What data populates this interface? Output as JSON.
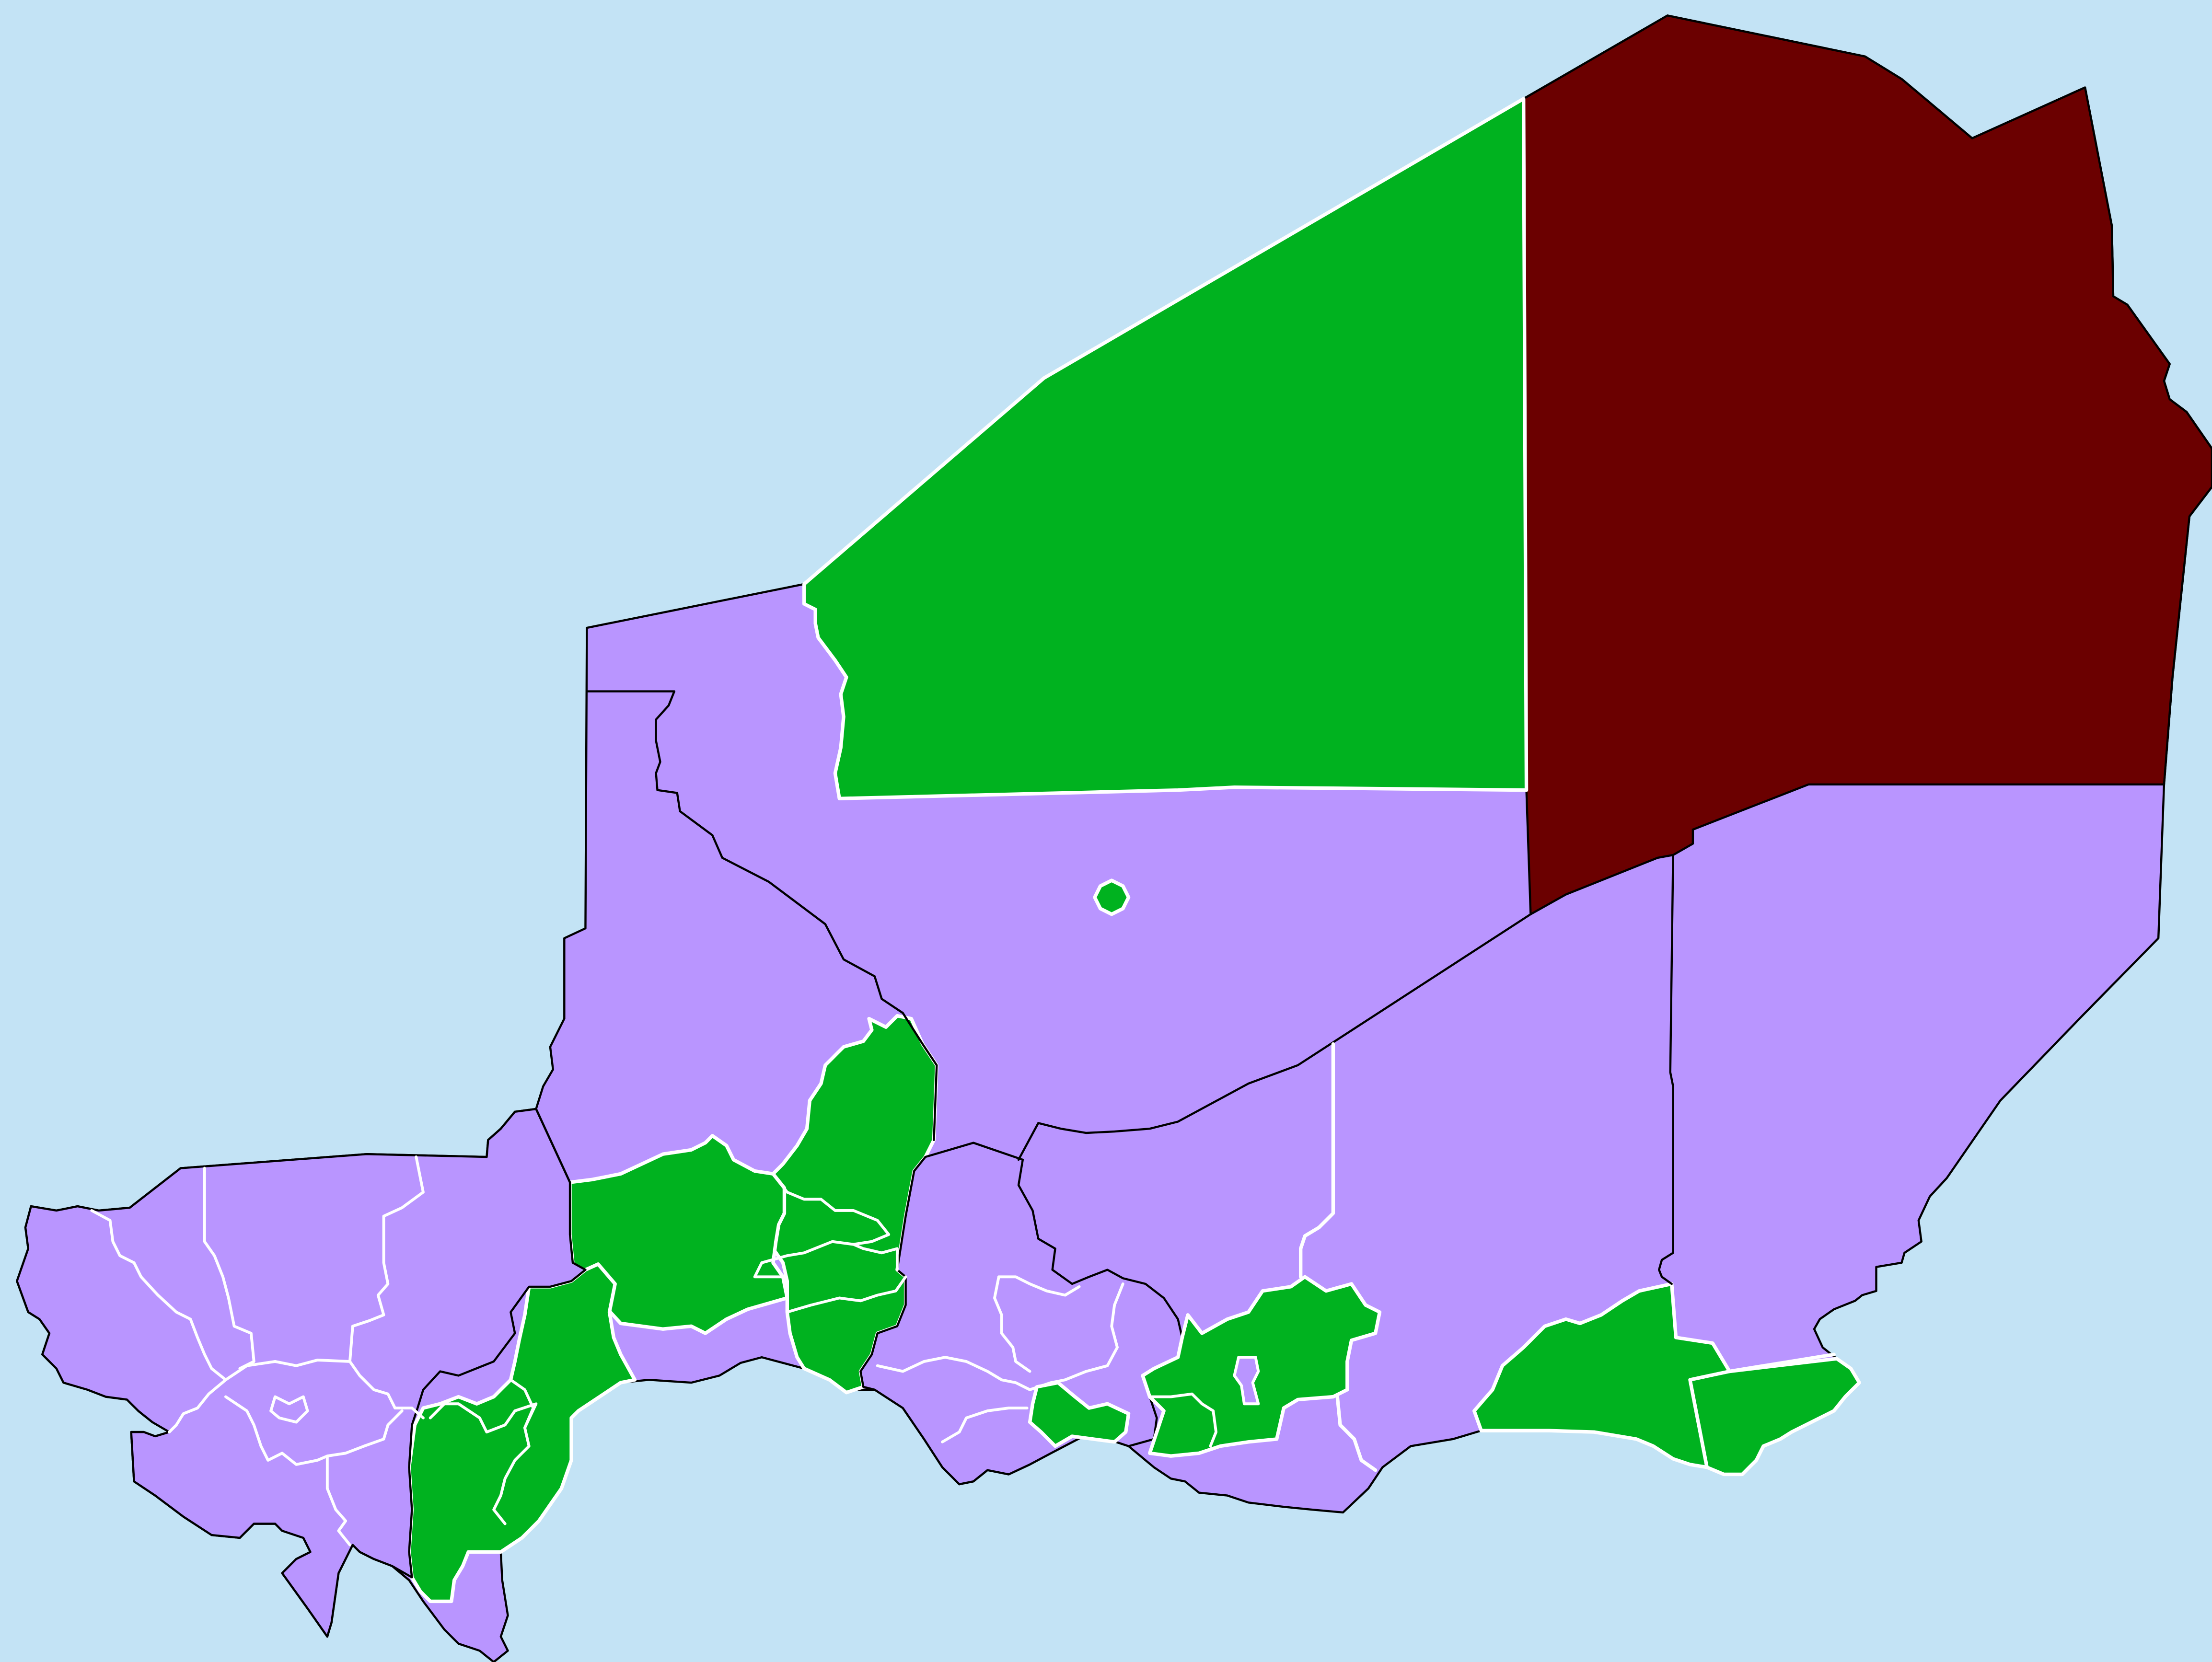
{
  "map": {
    "colors": {
      "water": "#c3e3f5",
      "purple": "#b995ff",
      "green": "#00b21f",
      "maroon": "#6b0000",
      "outer_border": "#000000",
      "inner_border": "#ffffff"
    },
    "regions": [
      {
        "id": "far-northeast",
        "category": "maroon"
      },
      {
        "id": "north-central",
        "category": "green"
      },
      {
        "id": "west-central-block",
        "category": "purple"
      },
      {
        "id": "central-east-block",
        "category": "purple"
      },
      {
        "id": "east-block",
        "category": "purple"
      },
      {
        "id": "far-east-block",
        "category": "purple"
      },
      {
        "id": "southwest-block",
        "category": "purple"
      },
      {
        "id": "small-enclave",
        "category": "green"
      },
      {
        "id": "southwest-belt",
        "category": "green"
      },
      {
        "id": "central-southern-strip",
        "category": "green"
      },
      {
        "id": "south-central-block",
        "category": "purple"
      },
      {
        "id": "south-central-pocket",
        "category": "green"
      },
      {
        "id": "zinder-area",
        "category": "green"
      },
      {
        "id": "southeast-block",
        "category": "green"
      },
      {
        "id": "lake-area",
        "category": "green"
      }
    ]
  }
}
